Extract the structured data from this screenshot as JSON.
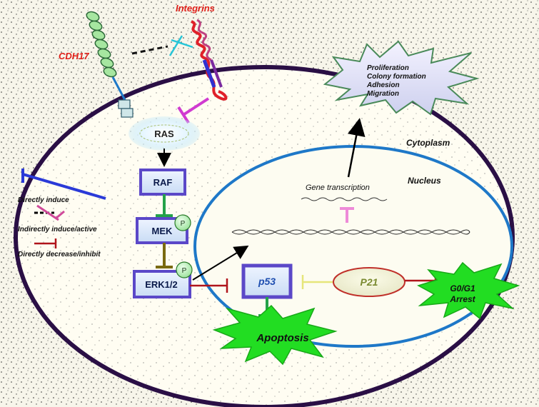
{
  "labels": {
    "integrins": "Integrins",
    "cdh17": "CDH17",
    "cytoplasm": "Cytoplasm",
    "nucleus": "Nucleus",
    "gene_transcription": "Gene transcription",
    "ras": "RAS",
    "raf": "RAF",
    "mek": "MEK",
    "erk": "ERK1/2",
    "p_mek": "P",
    "p_erk": "P",
    "p53": "p53",
    "p21": "P21",
    "apoptosis": "Apoptosis",
    "arrest_line1": "G0/G1",
    "arrest_line2": "Arrest",
    "outcomes": [
      "Proliferation",
      "Colony formation",
      "Adhesion",
      "Migration"
    ]
  },
  "legend": {
    "directly_induce": "Directly induce",
    "indirectly_induce": "Indirectly induce/active",
    "directly_decrease": "Directly decrease/inhibit"
  },
  "colors": {
    "accent_red": "#e0201a",
    "cell_border": "#2a0f45",
    "nucleus_border": "#1e78c8",
    "box_border": "#5b48c8",
    "starburst": "#22dd22",
    "inhibit_green": "#24a24a",
    "inhibit_olive": "#7a6a10",
    "inhibit_red": "#b0141b"
  }
}
